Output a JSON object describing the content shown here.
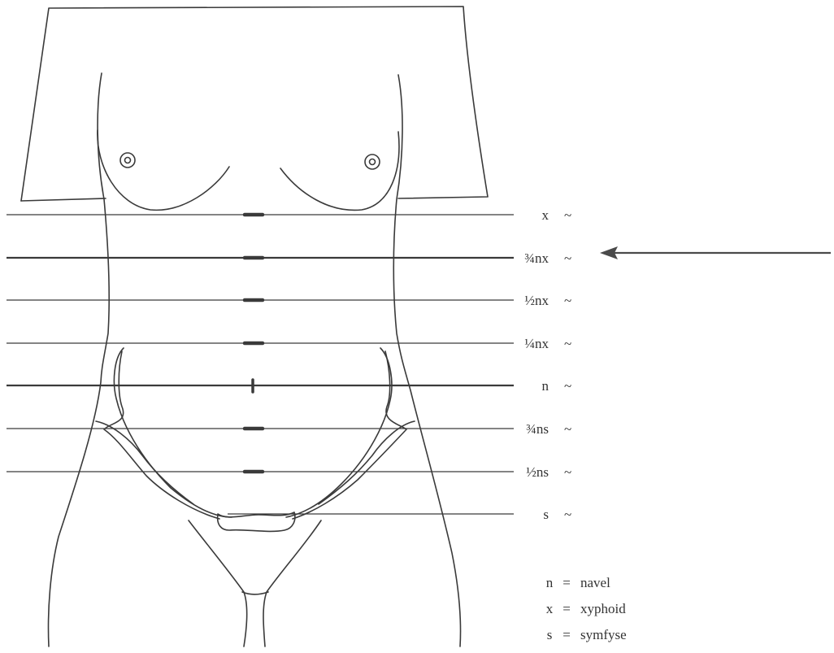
{
  "diagram": {
    "levels": [
      {
        "id": "x",
        "label": "x",
        "sign": "~",
        "stroke": "thin",
        "center_mark": "dash"
      },
      {
        "id": "three-quarter-nx",
        "label": "¾nx",
        "sign": "~",
        "stroke": "thick",
        "center_mark": "dash"
      },
      {
        "id": "half-nx",
        "label": "½nx",
        "sign": "~",
        "stroke": "thin",
        "center_mark": "dash"
      },
      {
        "id": "quarter-nx",
        "label": "¼nx",
        "sign": "~",
        "stroke": "thin",
        "center_mark": "dash"
      },
      {
        "id": "n",
        "label": "n",
        "sign": "~",
        "stroke": "thick",
        "center_mark": "navel"
      },
      {
        "id": "three-quarter-ns",
        "label": "¾ns",
        "sign": "~",
        "stroke": "thin",
        "center_mark": "dash"
      },
      {
        "id": "half-ns",
        "label": "½ns",
        "sign": "~",
        "stroke": "thin",
        "center_mark": "dash"
      },
      {
        "id": "s",
        "label": "s",
        "sign": "~",
        "stroke": "thin",
        "center_mark": "none"
      }
    ],
    "highlighted_level": "three-quarter-nx",
    "legend": [
      {
        "symbol": "n",
        "eq": "=",
        "meaning": "navel"
      },
      {
        "symbol": "x",
        "eq": "=",
        "meaning": "xyphoid"
      },
      {
        "symbol": "s",
        "eq": "=",
        "meaning": "symfyse"
      }
    ],
    "colors": {
      "line": "#3a3a3a",
      "arrow": "#4a4a4a",
      "text": "#333333",
      "background": "#ffffff"
    }
  }
}
